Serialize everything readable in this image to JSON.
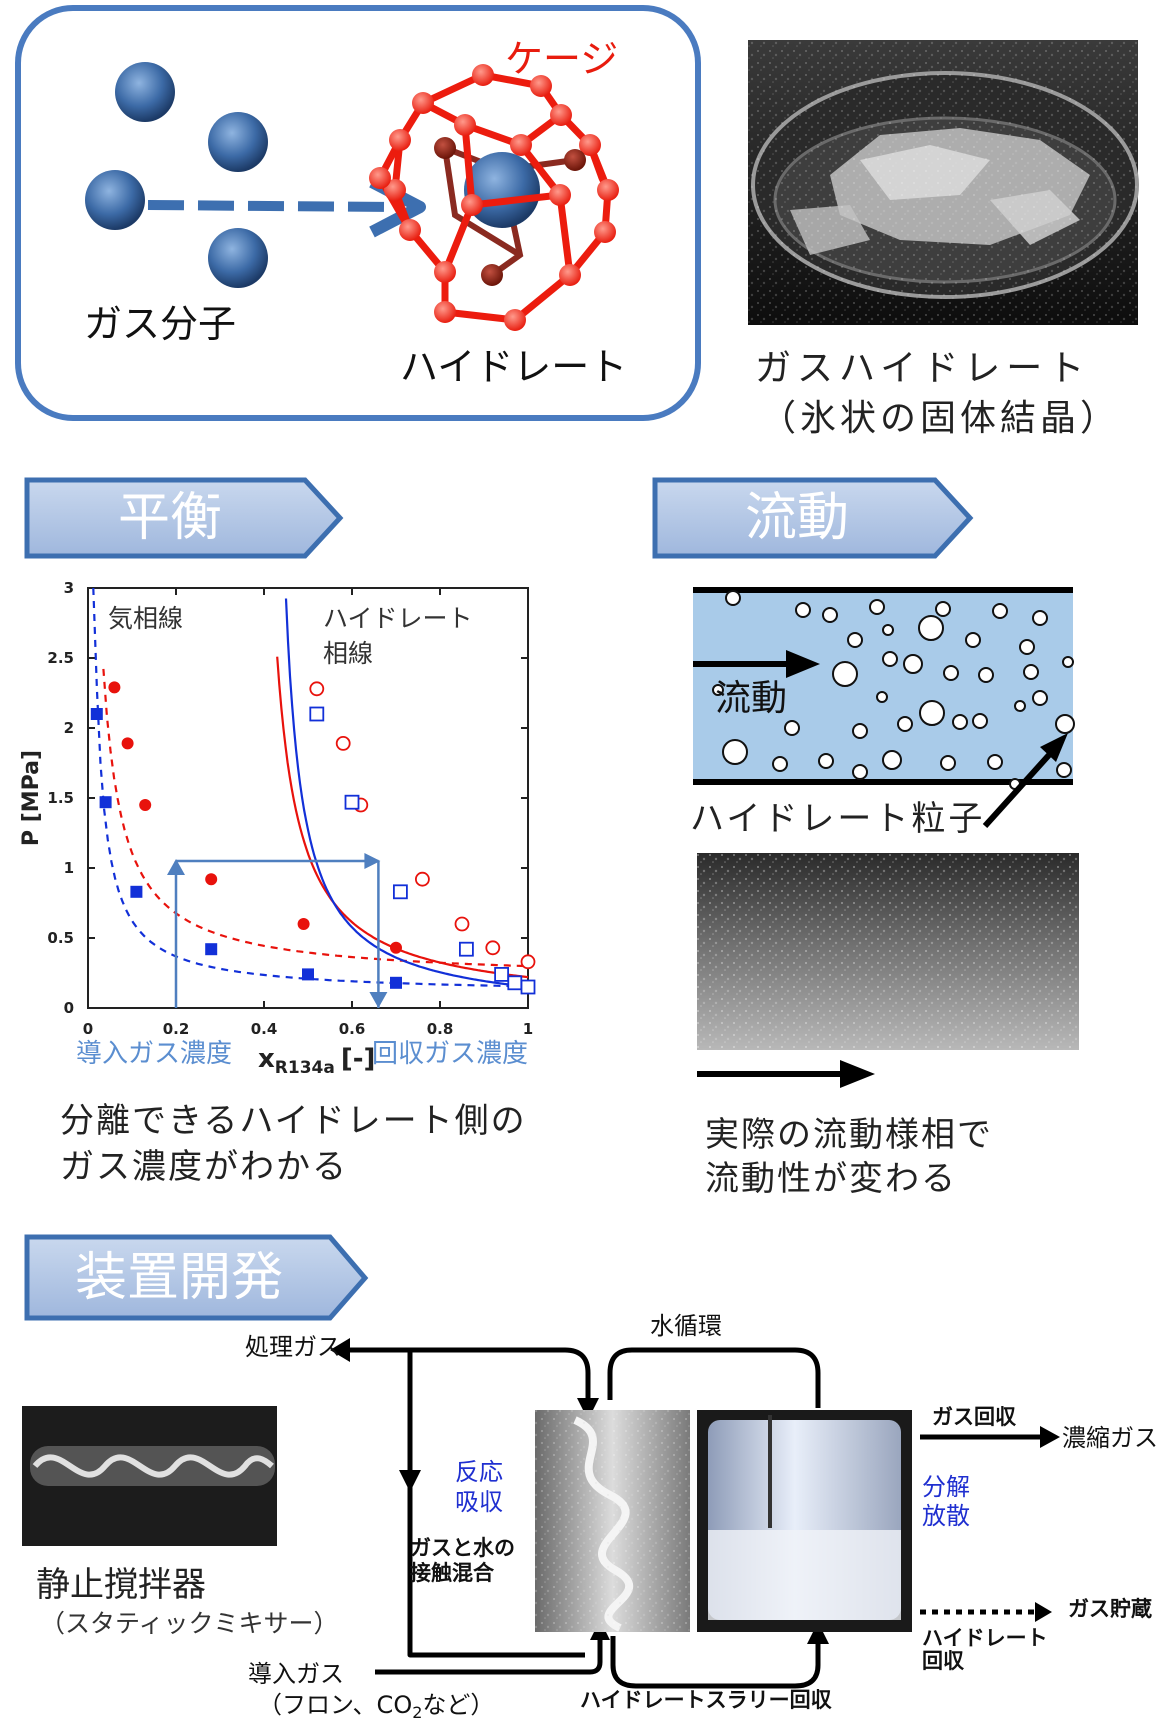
{
  "molecule_panel": {
    "cage_label": "ケージ",
    "gas_molecule_label": "ガス分子",
    "hydrate_label": "ハイドレート"
  },
  "photo_caption": {
    "line1": "ガスハイドレート",
    "line2": "（氷状の固体結晶）"
  },
  "sections": {
    "equilibrium": "平衡",
    "flow": "流動",
    "device": "装置開発"
  },
  "chart_data": {
    "type": "scatter",
    "xlabel_main": "x",
    "xlabel_sub": "R134a",
    "xlabel_unit": "[-]",
    "ylabel": "P [MPa]",
    "xlim": [
      0,
      1
    ],
    "ylim": [
      0,
      3
    ],
    "x_ticks": [
      "0",
      "0.2",
      "0.4",
      "0.6",
      "0.8",
      "1"
    ],
    "y_ticks": [
      "0",
      "0.5",
      "1",
      "1.5",
      "2",
      "2.5",
      "3"
    ],
    "annotations": {
      "vapor_line": "気相線",
      "hydrate_line_1": "ハイドレート",
      "hydrate_line_2": "相線",
      "feed_gas": "導入ガス濃度",
      "recovered_gas": "回収ガス濃度"
    },
    "colors": {
      "red": "#e8120c",
      "blue": "#1230d8",
      "arrow": "#4f7fbf"
    },
    "series": [
      {
        "marker": "filled-circle",
        "color": "red",
        "points": [
          [
            0.06,
            2.29
          ],
          [
            0.09,
            1.89
          ],
          [
            0.13,
            1.45
          ],
          [
            0.28,
            0.92
          ],
          [
            0.49,
            0.6
          ],
          [
            0.7,
            0.43
          ]
        ]
      },
      {
        "marker": "filled-square",
        "color": "blue",
        "points": [
          [
            0.02,
            2.1
          ],
          [
            0.04,
            1.47
          ],
          [
            0.11,
            0.83
          ],
          [
            0.28,
            0.42
          ],
          [
            0.5,
            0.24
          ],
          [
            0.7,
            0.18
          ]
        ]
      },
      {
        "marker": "open-circle",
        "color": "red",
        "points": [
          [
            0.52,
            2.28
          ],
          [
            0.58,
            1.89
          ],
          [
            0.62,
            1.45
          ],
          [
            0.76,
            0.92
          ],
          [
            0.85,
            0.6
          ],
          [
            0.92,
            0.43
          ],
          [
            1.0,
            0.33
          ]
        ]
      },
      {
        "marker": "open-square",
        "color": "blue",
        "points": [
          [
            0.52,
            2.1
          ],
          [
            0.6,
            1.47
          ],
          [
            0.71,
            0.83
          ],
          [
            0.86,
            0.42
          ],
          [
            0.94,
            0.24
          ],
          [
            0.97,
            0.18
          ],
          [
            1.0,
            0.15
          ]
        ]
      }
    ]
  },
  "equilibrium_note": {
    "line1": "分離できるハイドレート側の",
    "line2": "ガス濃度がわかる"
  },
  "flow_panel": {
    "flow_label": "流動",
    "particle_label": "ハイドレート粒子",
    "note_line1": "実際の流動様相で",
    "note_line2": "流動性が変わる"
  },
  "device_panel": {
    "processed_gas": "処理ガス",
    "water_circulation": "水循環",
    "reaction_1": "反応",
    "reaction_2": "吸収",
    "contact_1": "ガスと水の",
    "contact_2": "接触混合",
    "gas_recovery": "ガス回収",
    "concentrated_gas": "濃縮ガス",
    "decomp_1": "分解",
    "decomp_2": "放散",
    "gas_storage": "ガス貯蔵",
    "hydrate_recovery_1": "ハイドレート",
    "hydrate_recovery_2": "回収",
    "feed_gas": "導入ガス",
    "feed_gas_detail_pre": "（フロン、CO",
    "feed_gas_detail_sub": "2",
    "feed_gas_detail_post": "など）",
    "slurry_recovery": "ハイドレートスラリー回収",
    "mixer_name": "静止撹拌器",
    "mixer_sub": "（スタティックミキサー）"
  }
}
